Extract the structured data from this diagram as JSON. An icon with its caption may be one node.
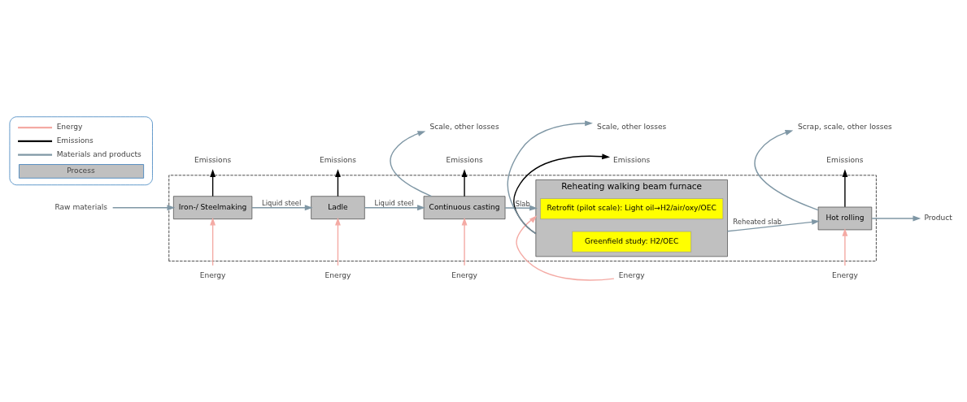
{
  "diagram": {
    "nodes": [
      {
        "text": [
          "Raw materials"
        ]
      },
      {
        "text": [],
        "shape": "box"
      },
      {
        "text": [
          "Iron-/ Steelmaking"
        ],
        "in": 1
      },
      {
        "text": [
          "Ladle"
        ],
        "in": 1
      },
      {
        "text": [
          "Continuous casting"
        ],
        "in": 1
      },
      {
        "text": [
          "Reheating walking beam furnace"
        ],
        "in": 1
      },
      {
        "text": [
          "Retrofit (pilot scale): Light oil→H2/air/oxy/OEC"
        ],
        "in": 5
      },
      {
        "text": [
          "Greenfield study: H2/OEC"
        ],
        "in": 5
      },
      {
        "text": [
          "Hot rolling"
        ],
        "in": 1
      },
      {
        "text": [
          "Product"
        ]
      },
      {
        "text": [
          "Energy"
        ]
      },
      {
        "text": [
          "Energy"
        ]
      },
      {
        "text": [
          "Energy"
        ]
      },
      {
        "text": [
          "Energy"
        ]
      },
      {
        "text": [
          "Energy"
        ]
      },
      {
        "text": [
          "Emissions"
        ]
      },
      {
        "text": [
          "Emissions"
        ]
      },
      {
        "text": [
          "Emissions"
        ]
      },
      {
        "text": [
          "Emissions"
        ]
      },
      {
        "text": [
          "Emissions"
        ]
      },
      {
        "text": [
          "Scale, other losses"
        ]
      },
      {
        "text": [
          "Scale, other losses"
        ]
      },
      {
        "text": [
          "Scrap, scale, other losses"
        ]
      }
    ],
    "edges": [
      {
        "from": 0,
        "to": 2,
        "arrow": "to"
      },
      {
        "from": 2,
        "to": 3,
        "arrow": "to",
        "label": "Liquid steel"
      },
      {
        "from": 3,
        "to": 4,
        "arrow": "to",
        "label": "Liquid steel"
      },
      {
        "from": 4,
        "to": 5,
        "arrow": "to",
        "label": "Slab"
      },
      {
        "from": 5,
        "to": 8,
        "arrow": "to",
        "label": "Reheated slab"
      },
      {
        "from": 8,
        "to": 9,
        "arrow": "to"
      },
      {
        "from": 10,
        "to": 2,
        "arrow": "to",
        "color": "#f4aaa4"
      },
      {
        "from": 11,
        "to": 3,
        "arrow": "to",
        "color": "#f4aaa4"
      },
      {
        "from": 12,
        "to": 4,
        "arrow": "to",
        "color": "#f4aaa4"
      },
      {
        "from": 13,
        "to": 5,
        "arrow": "to",
        "color": "#f4aaa4"
      },
      {
        "from": 14,
        "to": 8,
        "arrow": "to",
        "color": "#f4aaa4"
      },
      {
        "from": 2,
        "to": 15,
        "arrow": "to",
        "color": "#000000"
      },
      {
        "from": 3,
        "to": 16,
        "arrow": "to",
        "color": "#000000"
      },
      {
        "from": 4,
        "to": 17,
        "arrow": "to",
        "color": "#000000"
      },
      {
        "from": 4,
        "to": 20,
        "arrow": "to"
      },
      {
        "from": 5,
        "to": 18,
        "arrow": "to",
        "color": "#000000"
      },
      {
        "from": 5,
        "to": 21,
        "arrow": "to"
      },
      {
        "from": 8,
        "to": 19,
        "arrow": "to",
        "color": "#000000"
      },
      {
        "from": 8,
        "to": 22,
        "arrow": "to"
      }
    ],
    "legend": [
      {
        "text": "Energy"
      },
      {
        "text": "Emissions"
      },
      {
        "text": "Materials and products"
      },
      {
        "text": "Process",
        "color": "#c0c0c0"
      }
    ]
  }
}
